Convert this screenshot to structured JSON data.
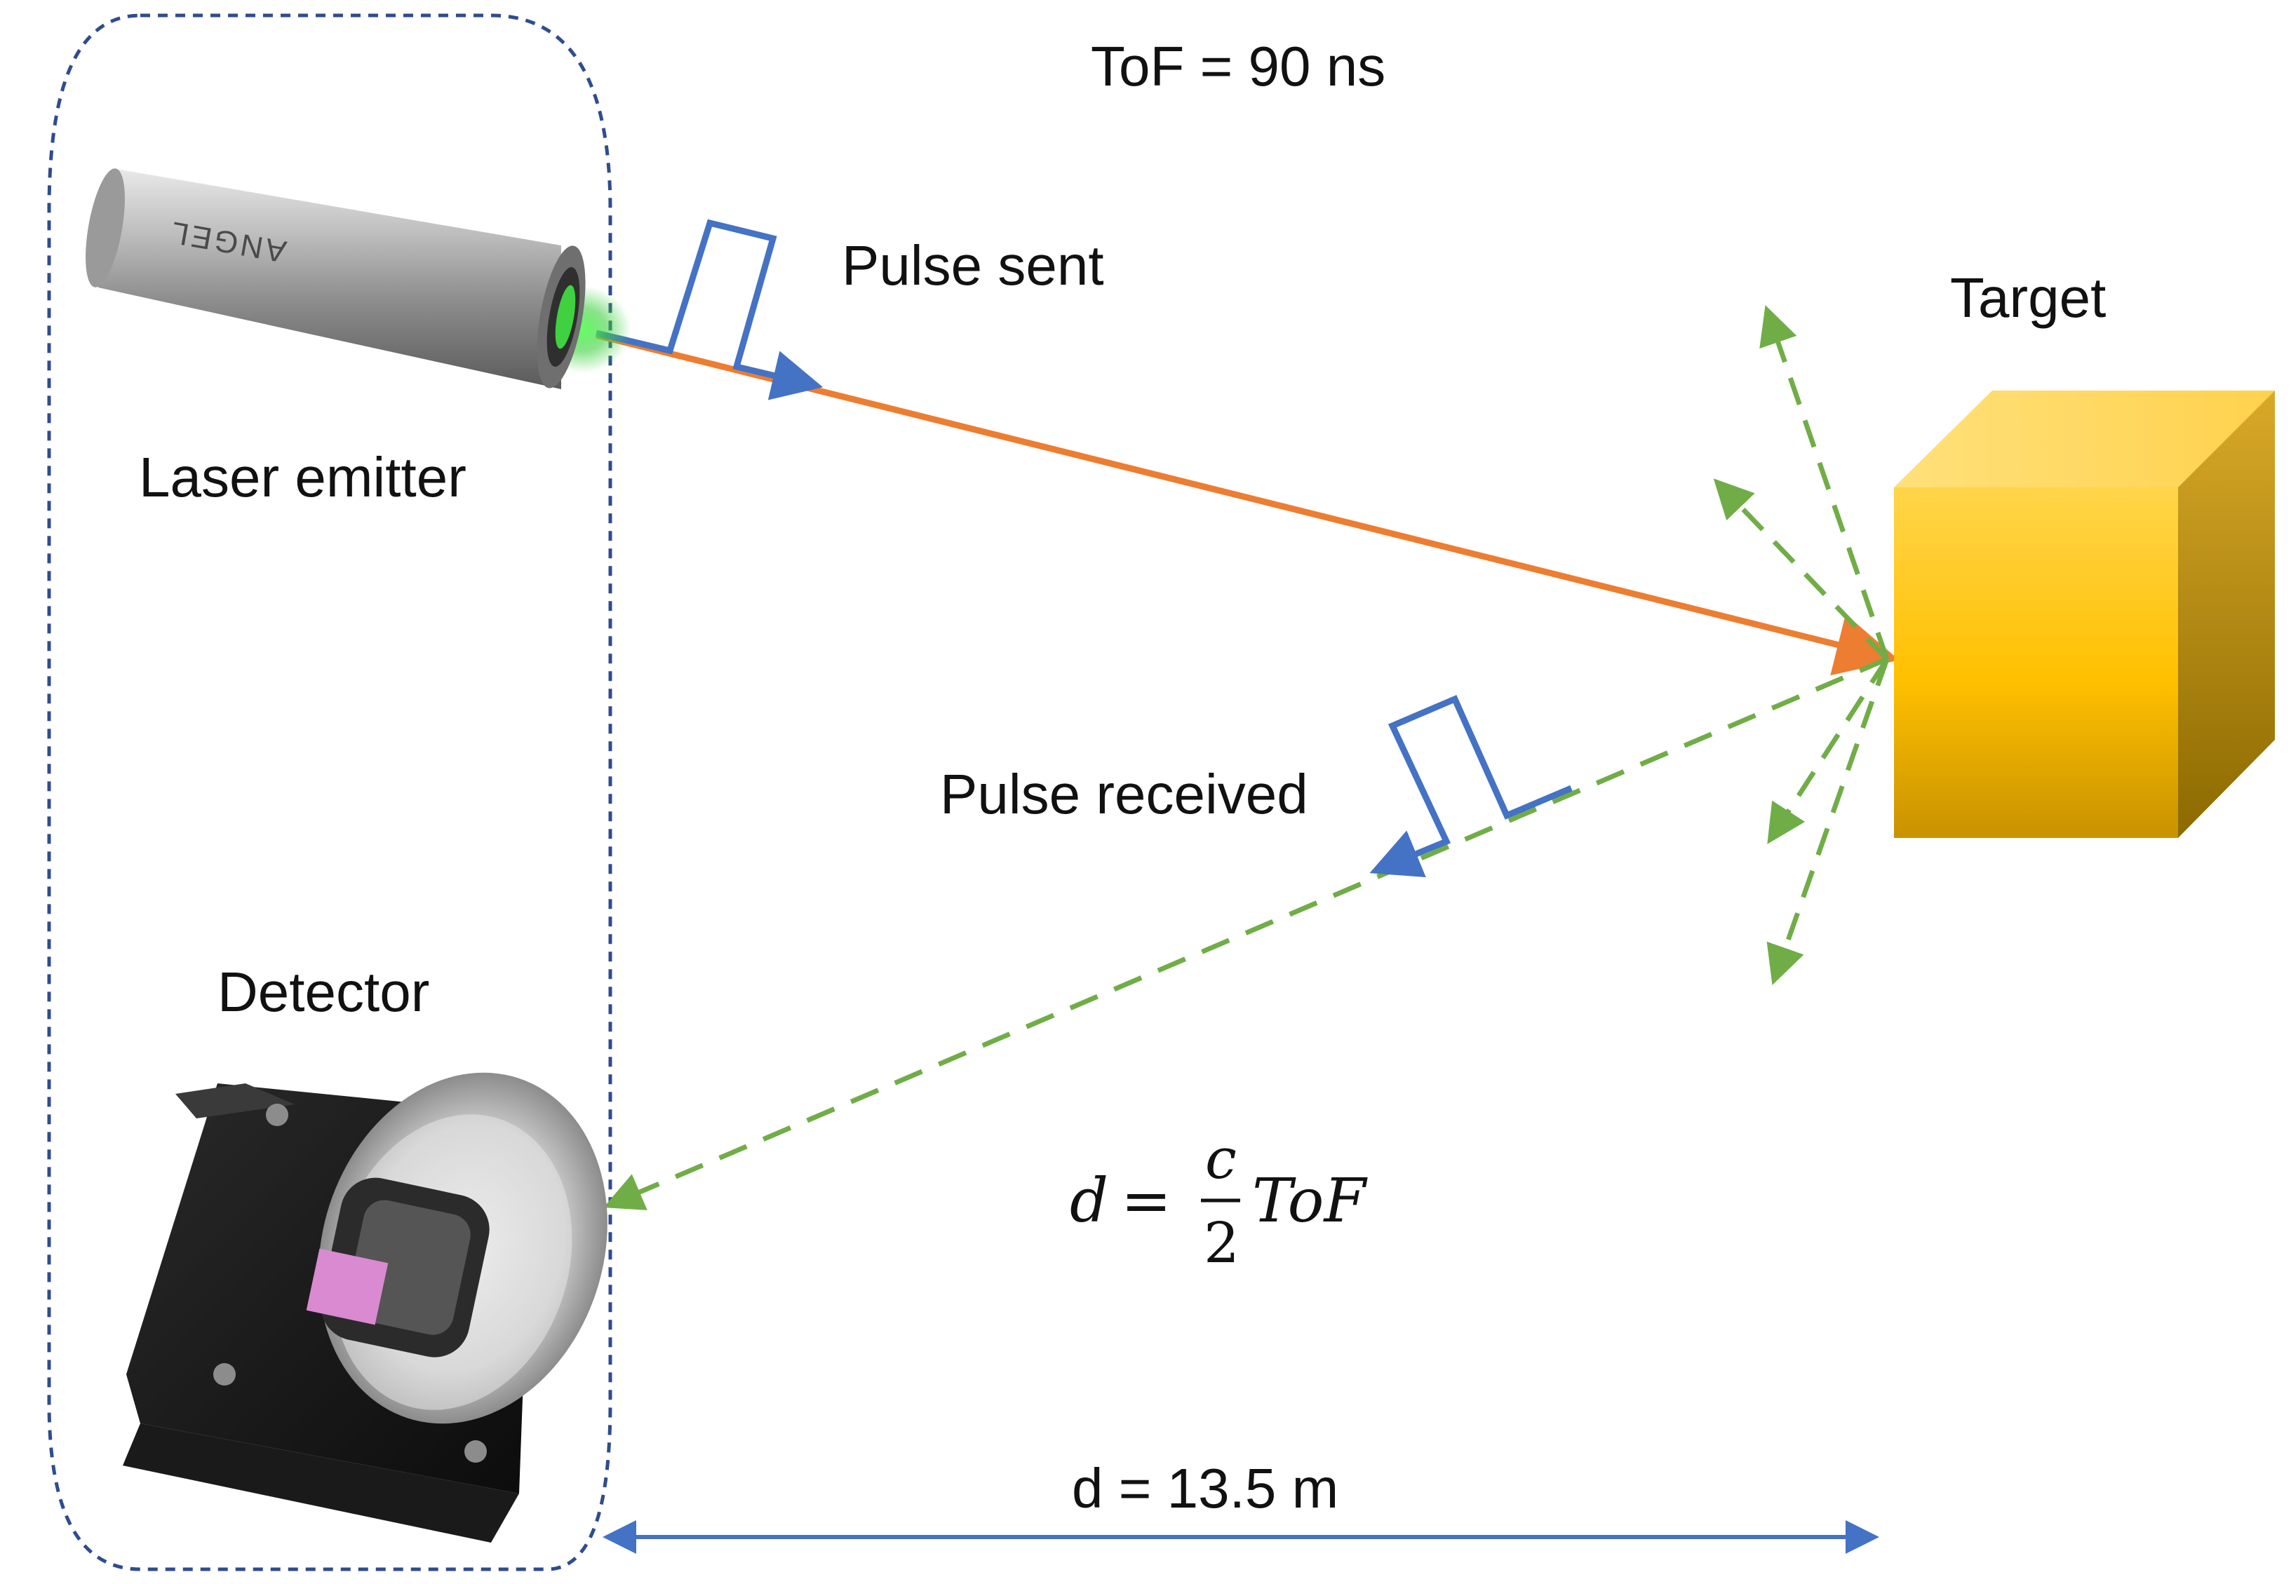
{
  "labels": {
    "tof": "ToF = 90 ns",
    "pulse_sent": "Pulse sent",
    "target": "Target",
    "laser_emitter": "Laser emitter",
    "pulse_received": "Pulse received",
    "detector": "Detector",
    "distance": "d = 13.5 m"
  },
  "formula": {
    "lhs": "d",
    "equals": "=",
    "numerator": "c",
    "denominator": "2",
    "rhs": "ToF"
  },
  "emitter_brand": "ANGEL",
  "colors": {
    "frame": "#2F4C8F",
    "beam_out": "#ED7D31",
    "beam_return": "#70AD47",
    "pulse": "#4472C4",
    "measure_arrow": "#4472C4",
    "target_front": "#FFC000",
    "target_top": "#FFD966",
    "target_side": "#BF9000",
    "emitter_glow": "#3FD13F",
    "sensor": "#D98AD0"
  },
  "icons": {
    "emitter": "laser-emitter-icon",
    "detector": "detector-camera-icon",
    "target": "target-cube-icon"
  }
}
